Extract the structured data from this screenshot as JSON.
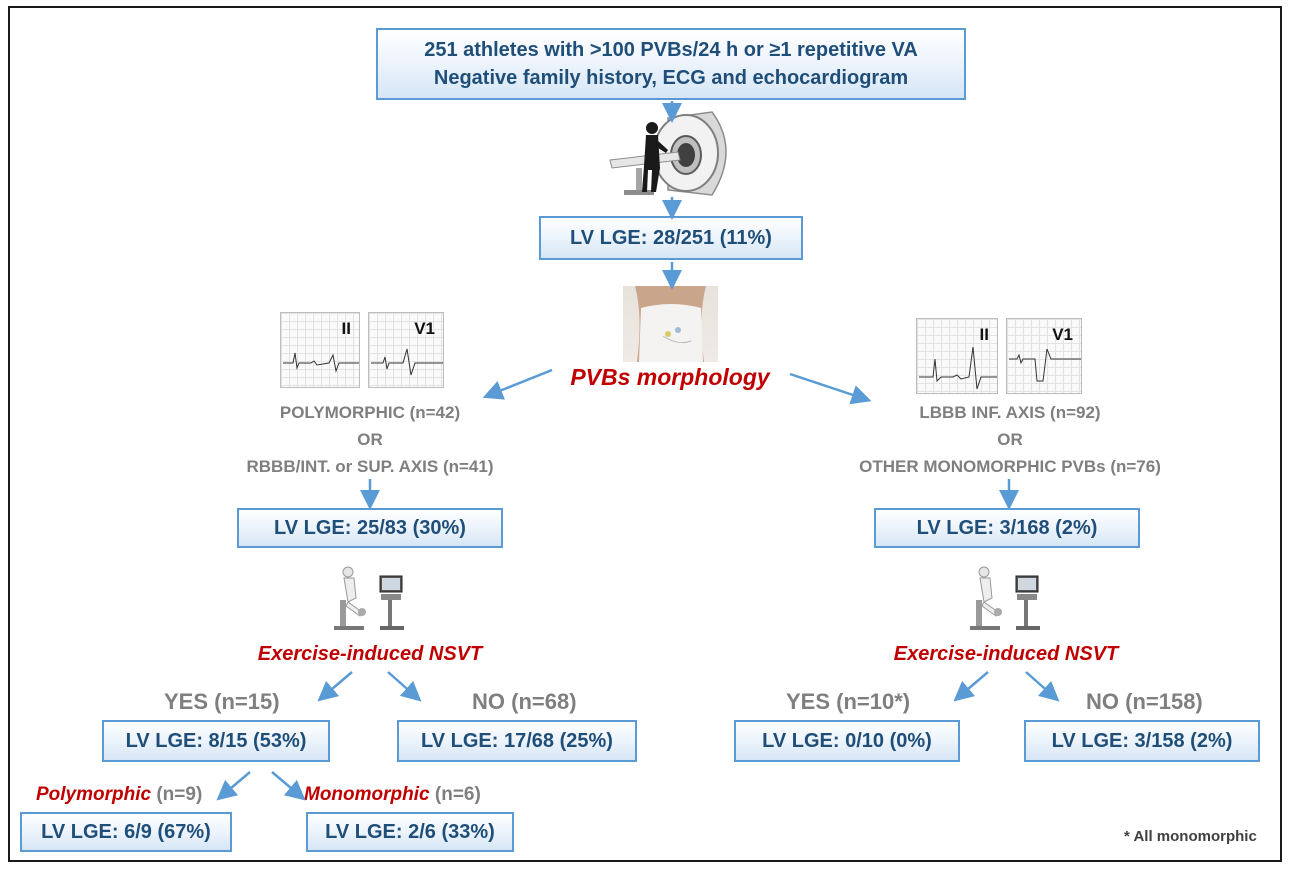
{
  "top_box": {
    "line1": "251 athletes with >100 PVBs/24 h or ≥1 repetitive VA",
    "line2": "Negative family history, ECG and echocardiogram"
  },
  "mri_box": "LV LGE: 28/251 (11%)",
  "center_label": "PVBs morphology",
  "left": {
    "ecg_leads": [
      "II",
      "V1"
    ],
    "group_line1": "POLYMORPHIC (n=42)",
    "group_or": "OR",
    "group_line2": "RBBB/INT. or SUP. AXIS (n=41)",
    "box": "LV LGE: 25/83 (30%)",
    "test_label": "Exercise-induced NSVT",
    "yes_label": "YES (n=15)",
    "no_label": "NO (n=68)",
    "yes_box": "LV LGE: 8/15 (53%)",
    "no_box": "LV LGE: 17/68 (25%)",
    "poly_label": "Polymorphic",
    "poly_n": "(n=9)",
    "mono_label": "Monomorphic",
    "mono_n": "(n=6)",
    "poly_box": "LV LGE: 6/9 (67%)",
    "mono_box": "LV LGE: 2/6 (33%)"
  },
  "right": {
    "ecg_leads": [
      "II",
      "V1"
    ],
    "group_line1": "LBBB INF. AXIS (n=92)",
    "group_or": "OR",
    "group_line2": "OTHER MONOMORPHIC PVBs (n=76)",
    "box": "LV LGE: 3/168 (2%)",
    "test_label": "Exercise-induced NSVT",
    "yes_label": "YES (n=10*)",
    "no_label": "NO (n=158)",
    "yes_box": "LV LGE: 0/10 (0%)",
    "no_box": "LV LGE: 3/158 (2%)"
  },
  "footnote": "* All monomorphic",
  "colors": {
    "box_border": "#5b9bd5",
    "box_text": "#1f4e79",
    "arrow": "#5b9bd5",
    "emphasis_red": "#c00000",
    "gray_text": "#7f7f7f"
  }
}
